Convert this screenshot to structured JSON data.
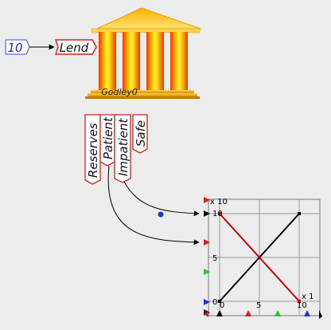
{
  "canvas": {
    "constant": {
      "value": "10"
    },
    "flow": {
      "label": "Lend"
    },
    "godley": {
      "name": "Godley0"
    },
    "stocks": [
      {
        "label": "Reserves"
      },
      {
        "label": "Patient"
      },
      {
        "label": "Impatient"
      },
      {
        "label": "Safe"
      }
    ],
    "plot": {
      "y_multiplier": "x 10",
      "x_multiplier": "x 1",
      "y_ticks": [
        "10",
        "5",
        "0"
      ],
      "x_ticks": [
        "0",
        "5",
        "10"
      ]
    }
  },
  "chart_data": {
    "type": "line",
    "title": "",
    "xlabel": "",
    "ylabel": "",
    "xlim": [
      0,
      10
    ],
    "ylim": [
      0,
      10
    ],
    "grid": true,
    "series": [
      {
        "color": "#000000",
        "x": [
          0,
          10
        ],
        "y": [
          0,
          10
        ]
      },
      {
        "color": "#d00000",
        "x": [
          0,
          10
        ],
        "y": [
          10,
          0
        ]
      }
    ]
  },
  "colors": {
    "flow_border": "#d21f1f",
    "constant_border": "#3a4bd0",
    "plot_red_series": "#d00000",
    "plot_black_series": "#000000"
  }
}
